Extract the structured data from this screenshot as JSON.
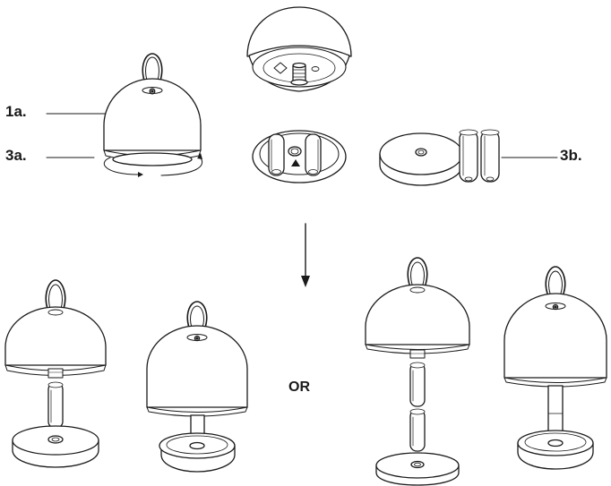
{
  "labels": {
    "lamp_head": "1a.",
    "base_ring": "3a.",
    "batteries": "3b.",
    "or_text": "OR"
  },
  "colors": {
    "line": "#1a1a1a",
    "lamp_fill": "#ffffff"
  },
  "icons": [
    "arrow-down-icon",
    "rotate-arrow-icon"
  ]
}
